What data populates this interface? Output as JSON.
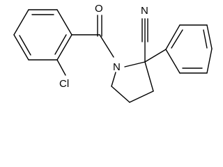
{
  "molecule": {
    "atoms": {
      "oxygen": "O",
      "nitrile_nitrogen": "N",
      "ring_nitrogen": "N",
      "chlorine": "Cl"
    }
  },
  "colors": {
    "bond": "#000000",
    "label": "#000000",
    "background": "#ffffff"
  }
}
